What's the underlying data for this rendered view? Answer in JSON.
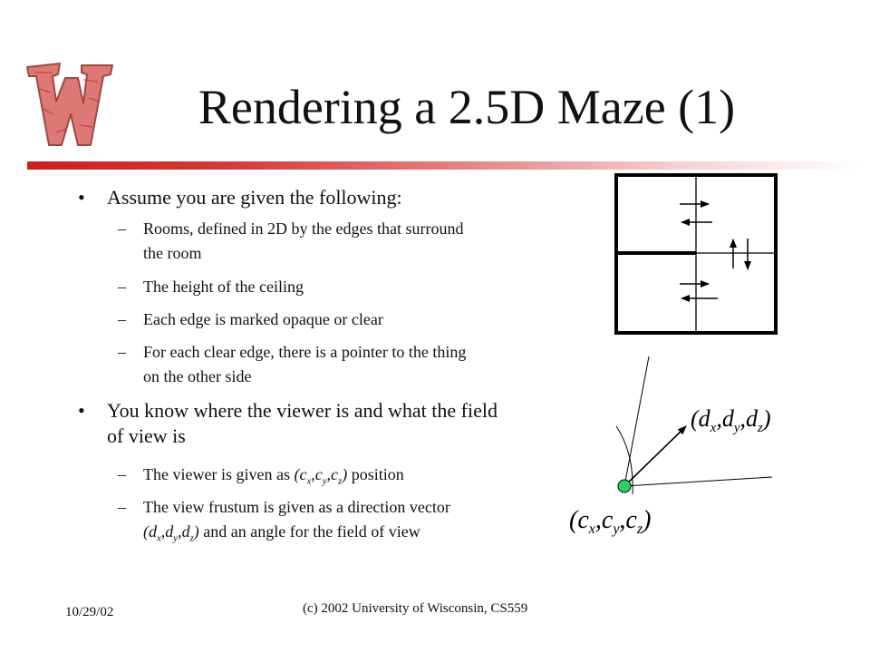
{
  "slide": {
    "title": "Rendering a 2.5D Maze (1)",
    "bullets": [
      {
        "text": "Assume you are given the following:",
        "subs": [
          [
            "Rooms, defined in 2D by the edges that surround",
            "the room"
          ],
          [
            "The height of the ceiling"
          ],
          [
            "Each edge is marked opaque or clear"
          ],
          [
            "For each clear edge, there is a pointer to the thing",
            "on the other side"
          ]
        ]
      },
      {
        "text_lines": [
          "You know where the viewer is and what the field",
          "of view is"
        ],
        "subs": [
          {
            "pre": "The viewer is given as ",
            "math": "c",
            "post": " position"
          },
          {
            "line1": "The view frustum is given as a direction vector",
            "math": "d",
            "post": " and an angle for the field of view"
          }
        ]
      }
    ],
    "bullet_symbol": "•",
    "sub_symbol": "–"
  },
  "diagram": {
    "direction_label": "d",
    "position_label": "c",
    "subscripts": [
      "x",
      "y",
      "z"
    ]
  },
  "footer": {
    "date": "10/29/02",
    "copyright": "(c) 2002 University of Wisconsin, CS559"
  },
  "colors": {
    "accent_red": "#cc1f1f",
    "viewer_dot": "#2ecf6a"
  }
}
